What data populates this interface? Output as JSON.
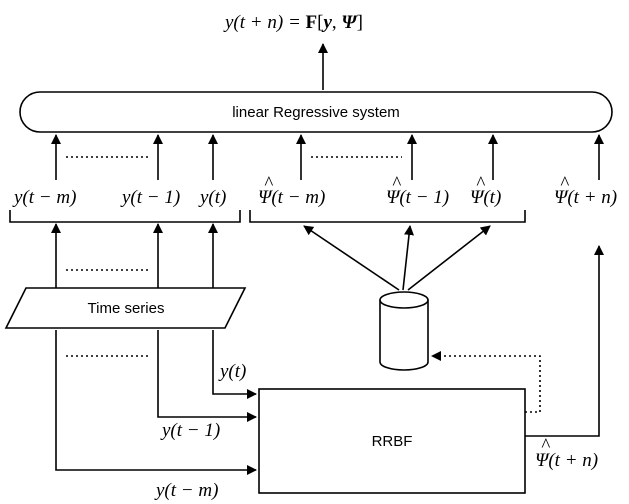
{
  "output_expr": {
    "lhs": "y(t + n) = ",
    "F": "F",
    "open": "[",
    "y": "y",
    "sep": ", ",
    "psi": "Ψ",
    "close": "]"
  },
  "regressor_label": "linear Regressive system",
  "y_terms": [
    "y(t − m)",
    "y(t − 1)",
    "y(t)"
  ],
  "psi_terms": [
    "Ψ(t − m)",
    "Ψ(t − 1)",
    "Ψ(t)"
  ],
  "psi_forecast": "Ψ(t + n)",
  "psi_hat": "^",
  "time_series_label": "Time series",
  "rrbf_label": "RRBF",
  "feed_labels": [
    "y(t)",
    "y(t − 1)",
    "y(t − m)"
  ],
  "rrbf_output_label": "Ψ(t + n)"
}
